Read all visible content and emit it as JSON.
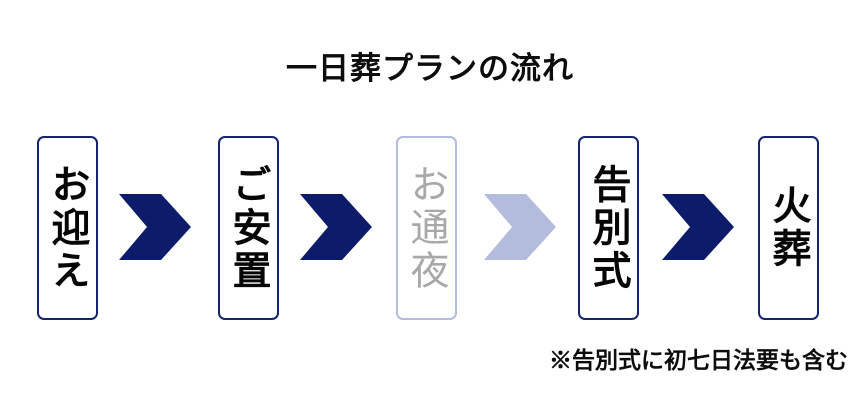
{
  "title": "一日葬プランの流れ",
  "colors": {
    "navy": "#16246e",
    "arrow_navy": "#0c1c6b",
    "muted_periwinkle": "#b4bcdd",
    "muted_text": "#a9a9a9",
    "background": "#ffffff",
    "text": "#0d0d0d"
  },
  "flow": {
    "steps": [
      {
        "label": "お迎え",
        "state": "active"
      },
      {
        "label": "ご安置",
        "state": "active"
      },
      {
        "label": "お通夜",
        "state": "skipped"
      },
      {
        "label": "告別式",
        "state": "active"
      },
      {
        "label": "火葬",
        "state": "active"
      }
    ],
    "arrows": [
      {
        "state": "active"
      },
      {
        "state": "active"
      },
      {
        "state": "skipped"
      },
      {
        "state": "active"
      }
    ]
  },
  "footnote": "※告別式に初七日法要も含む"
}
